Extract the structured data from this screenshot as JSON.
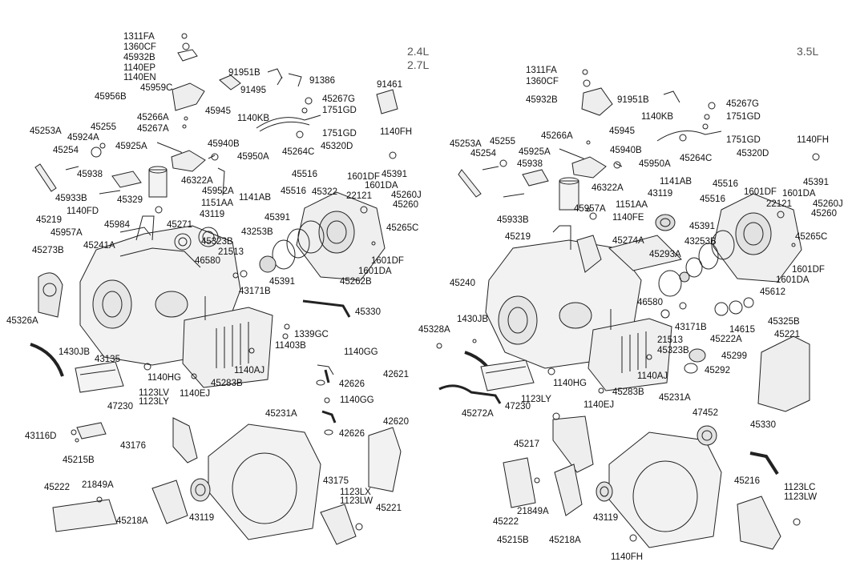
{
  "engine_labels": [
    "2.4L",
    "2.7L",
    "3.5L"
  ],
  "labels_left": [
    "1311FA",
    "1360CF",
    "45932B",
    "1140EP",
    "1140EN",
    "45956B",
    "45959C",
    "91951B",
    "91495",
    "91386",
    "91461",
    "45267G",
    "1751GD",
    "45945",
    "45266A",
    "45267A",
    "1140KB",
    "1751GD",
    "1140FH",
    "45264C",
    "45320D",
    "45253A",
    "45255",
    "45924A",
    "45254",
    "45925A",
    "45940B",
    "45950A",
    "45938",
    "46322A",
    "45952A",
    "45516",
    "45516",
    "1601DF",
    "45391",
    "1601DA",
    "45322",
    "22121",
    "45260J",
    "45260",
    "45933B",
    "45329",
    "1141AB",
    "1151AA",
    "1140FD",
    "45219",
    "45984",
    "45271",
    "43119",
    "45957A",
    "45241A",
    "45323B",
    "43253B",
    "45391",
    "45265C",
    "45273B",
    "21513",
    "46580",
    "1601DF",
    "1601DA",
    "45262B",
    "45391",
    "43171B",
    "45330",
    "45326A",
    "1339GC",
    "11403B",
    "1430JB",
    "43135",
    "1140GG",
    "1140HG",
    "1140AJ",
    "1140EJ",
    "45283B",
    "42626",
    "42621",
    "47230",
    "1123LV",
    "1123LY",
    "1140GG",
    "42620",
    "43116D",
    "42626",
    "43176",
    "45231A",
    "45215B",
    "45222",
    "21849A",
    "43175",
    "1123LX",
    "1123LW",
    "45221",
    "45218A",
    "43119"
  ],
  "labels_right": [
    "1311FA",
    "1360CF",
    "45932B",
    "91951B",
    "45267G",
    "1140KB",
    "1751GD",
    "45266A",
    "45945",
    "1751GD",
    "1140FH",
    "45253A",
    "45255",
    "45254",
    "45925A",
    "45940B",
    "45264C",
    "45320D",
    "45938",
    "45950A",
    "45391",
    "1141AB",
    "45516",
    "45516",
    "1601DF",
    "1601DA",
    "46322A",
    "43119",
    "22121",
    "45260J",
    "45933B",
    "45957A",
    "1151AA",
    "1140FE",
    "45260",
    "45219",
    "45274A",
    "45293A",
    "43253B",
    "45265C",
    "45391",
    "1601DF",
    "1601DA",
    "45240",
    "46580",
    "45612",
    "45328A",
    "1430JB",
    "43171B",
    "45222A",
    "14615",
    "45325B",
    "45221",
    "21513",
    "45323B",
    "45299",
    "45292",
    "1140HG",
    "1140AJ",
    "45283B",
    "45231A",
    "1140EJ",
    "47230",
    "45272A",
    "1123LY",
    "47452",
    "45217",
    "45330",
    "45216",
    "1123LC",
    "1123LW",
    "45222",
    "21849A",
    "45215B",
    "45218A",
    "43119",
    "1140FH"
  ]
}
